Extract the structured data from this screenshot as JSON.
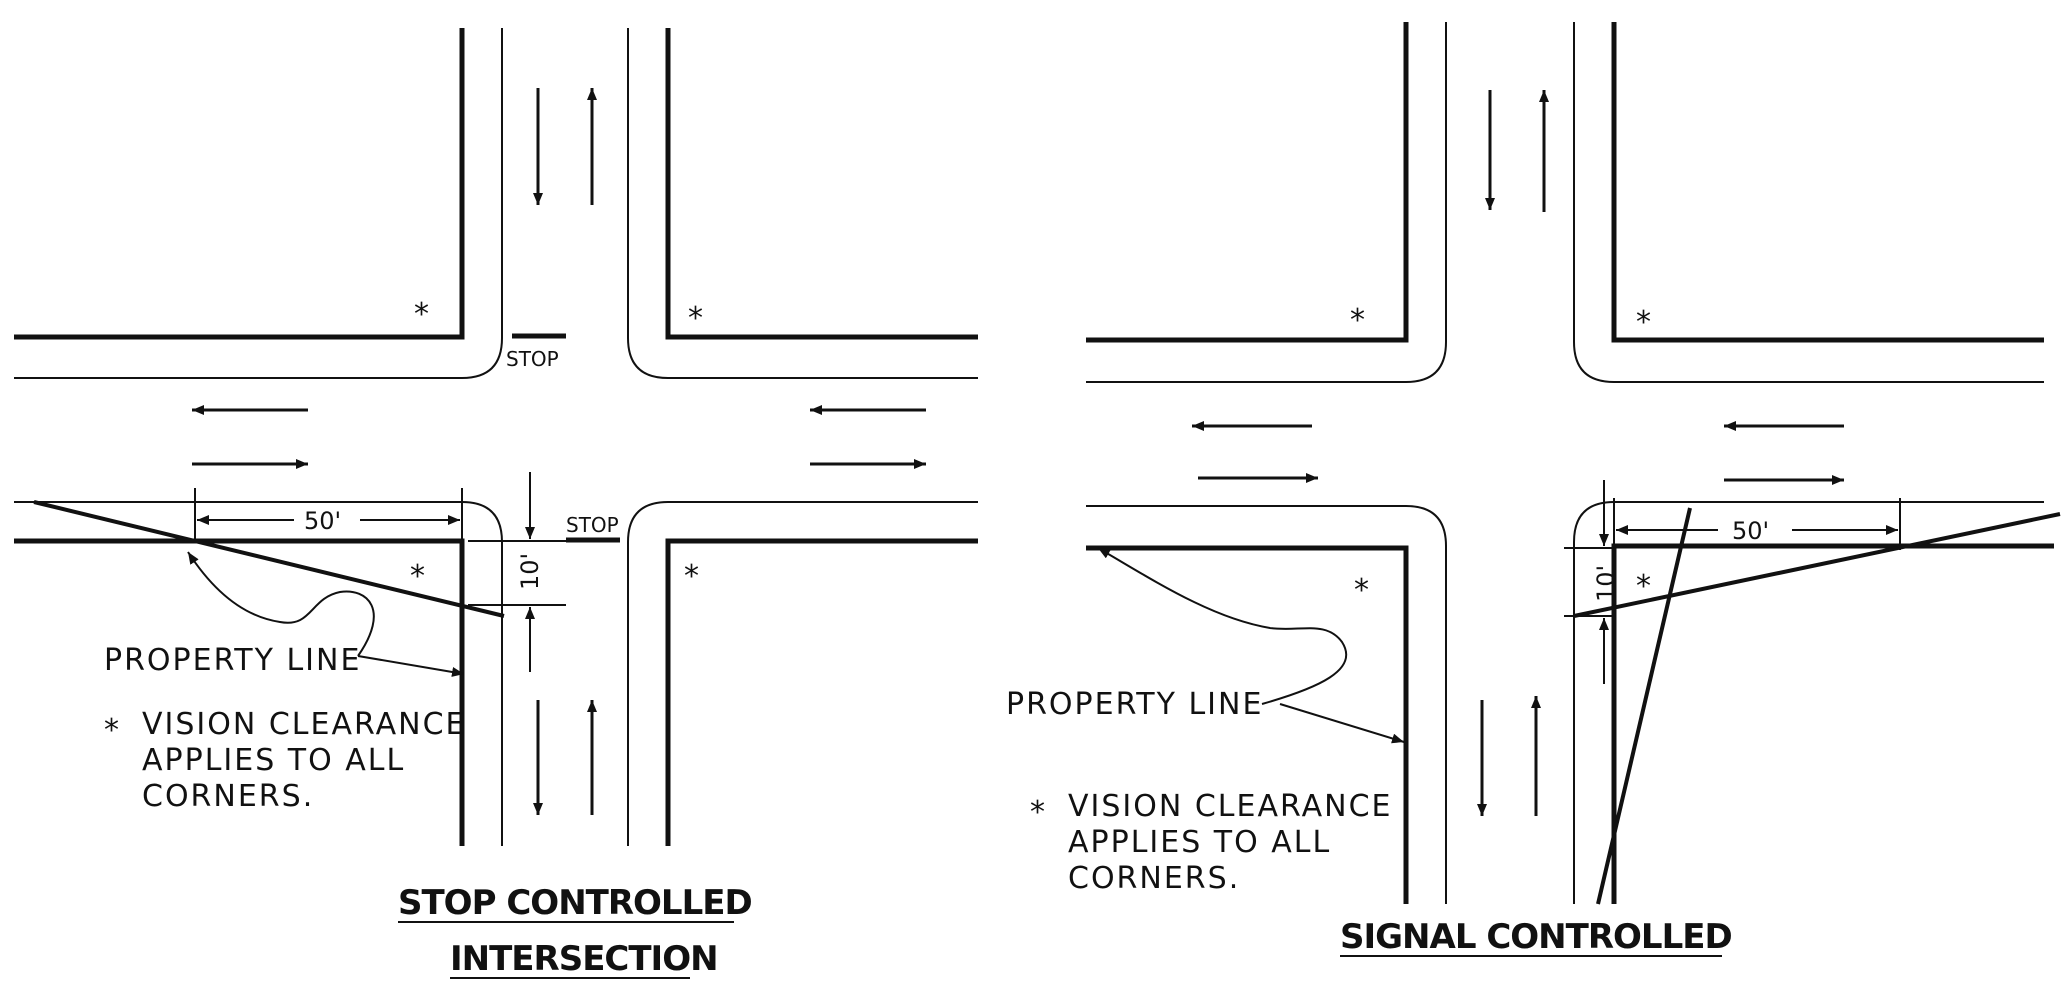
{
  "left_panel": {
    "title_line1": "STOP CONTROLLED",
    "title_line2": "INTERSECTION",
    "stop_label_top": "STOP",
    "stop_label_right": "STOP",
    "dim_horizontal": "50'",
    "dim_vertical": "10'",
    "property_line_label": "PROPERTY LINE",
    "vision_mark": "*",
    "vision_note": [
      "VISION CLEARANCE",
      "APPLIES TO ALL",
      "CORNERS."
    ]
  },
  "right_panel": {
    "title": "SIGNAL CONTROLLED",
    "dim_horizontal": "50'",
    "dim_vertical": "10'",
    "property_line_label": "PROPERTY LINE",
    "vision_mark": "*",
    "vision_note": [
      "VISION CLEARANCE",
      "APPLIES TO ALL",
      "CORNERS."
    ]
  },
  "colors": {
    "ink": "#111111",
    "background": "#ffffff"
  }
}
